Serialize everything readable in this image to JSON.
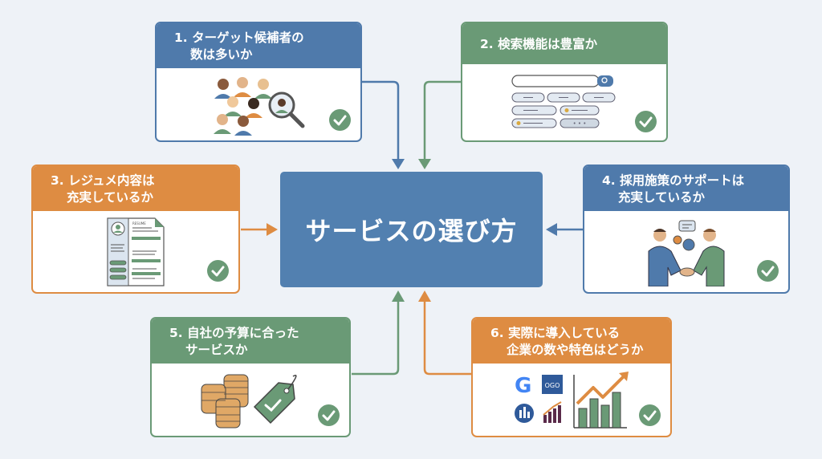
{
  "center": {
    "title": "サービスの選び方"
  },
  "colors": {
    "blue": "#4f7aab",
    "green": "#6a9a76",
    "orange": "#de8c42",
    "center": "#5280b0",
    "background": "#eef2f7"
  },
  "cards": [
    {
      "number": "1.",
      "line1": "ターゲット候補者の",
      "line2": "数は多いか",
      "color": "blue",
      "icon": "people-search-icon",
      "checked": true
    },
    {
      "number": "2.",
      "line1": "検索機能は豊富か",
      "line2": "",
      "color": "green",
      "icon": "search-filters-icon",
      "checked": true
    },
    {
      "number": "3.",
      "line1": "レジュメ内容は",
      "line2": "充実しているか",
      "color": "orange",
      "icon": "resume-document-icon",
      "resume_title": "RESUME",
      "checked": true
    },
    {
      "number": "4.",
      "line1": "採用施策のサポートは",
      "line2": "充実しているか",
      "color": "blue",
      "icon": "handshake-support-icon",
      "checked": true
    },
    {
      "number": "5.",
      "line1": "自社の予算に合った",
      "line2": "サービスか",
      "color": "green",
      "icon": "coins-price-tag-icon",
      "checked": true
    },
    {
      "number": "6.",
      "line1": "実際に導入している",
      "line2": "企業の数や特色はどうか",
      "color": "orange",
      "icon": "company-logos-growth-chart-icon",
      "logo_text": "OGO",
      "checked": true
    }
  ]
}
